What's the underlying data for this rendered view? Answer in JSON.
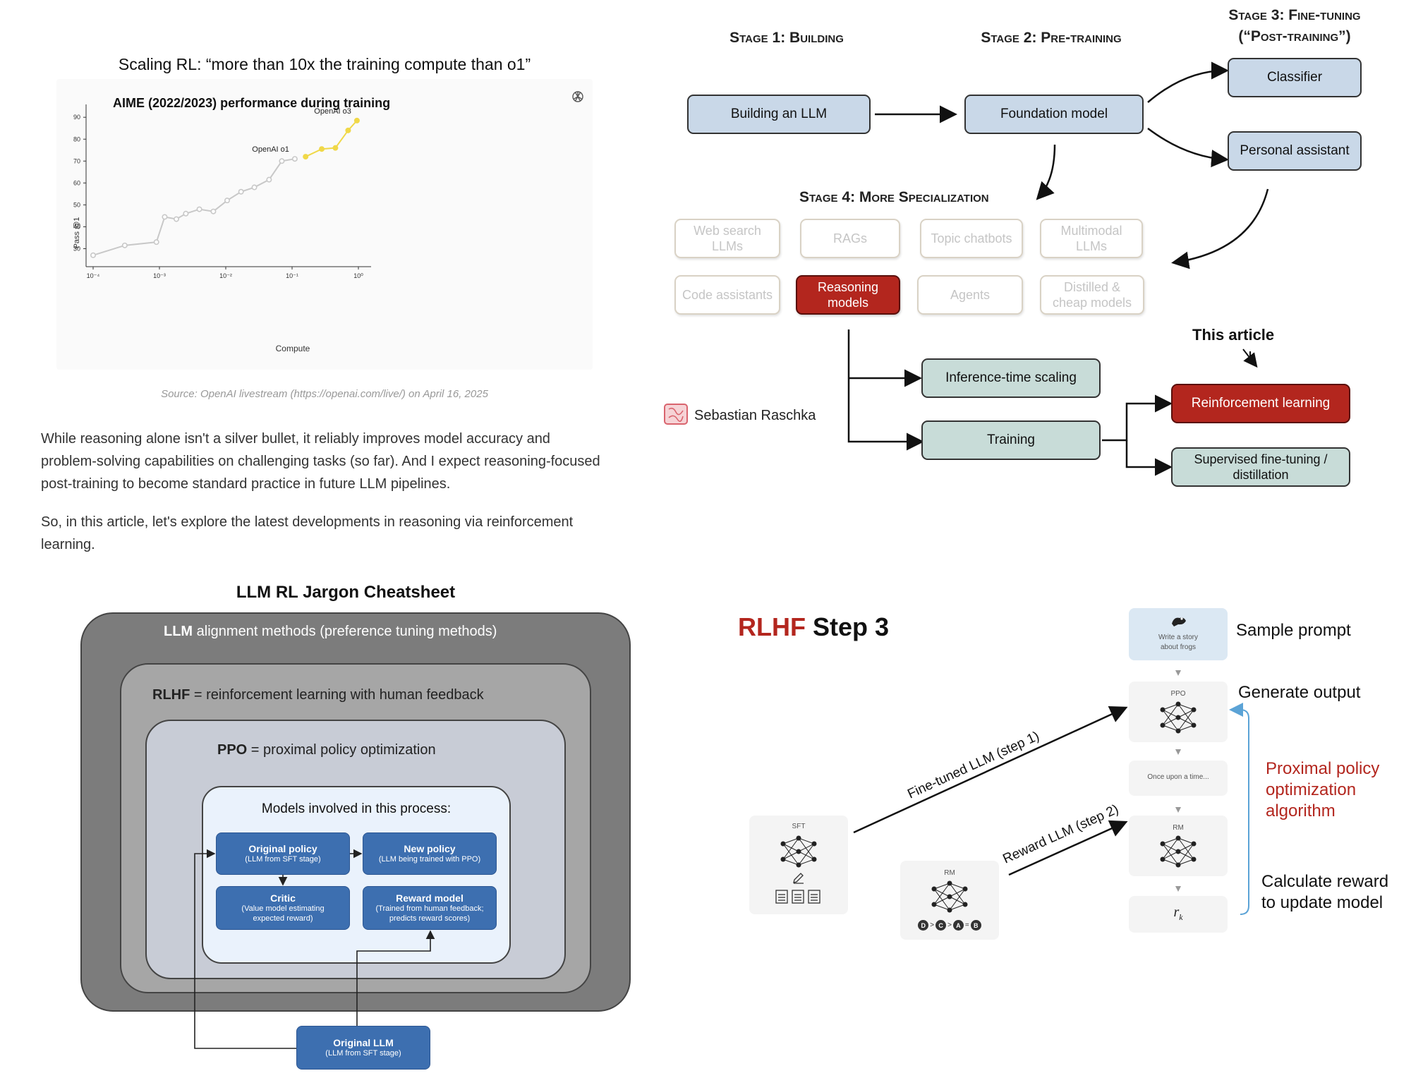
{
  "chart_panel": {
    "caption": "Scaling RL: “more than 10x the training compute than o1”",
    "source": "Source: OpenAI livestream (https://openai.com/live/) on April 16, 2025",
    "chart_data": {
      "type": "line",
      "title": "AIME (2022/2023) performance during training",
      "xlabel": "Compute",
      "ylabel": "Pass @1",
      "x_scale": "log",
      "x_ticks": [
        "10⁻⁴",
        "10⁻³",
        "10⁻²",
        "10⁻¹",
        "10⁰"
      ],
      "y_ticks": [
        "90",
        "80",
        "70",
        "60",
        "50",
        "40",
        "30"
      ],
      "ylim": [
        25,
        92
      ],
      "series": [
        {
          "name": "OpenAI o1",
          "color": "#c8c8c8",
          "x": [
            0.0001,
            0.0003,
            0.0009,
            0.0012,
            0.0018,
            0.0025,
            0.004,
            0.0065,
            0.0105,
            0.017,
            0.027,
            0.045,
            0.07,
            0.11
          ],
          "y": [
            27,
            31.5,
            33,
            44.5,
            43.5,
            46,
            48,
            47,
            52,
            56,
            58,
            61.5,
            70,
            71
          ]
        },
        {
          "name": "OpenAI o3",
          "color": "#f0d848",
          "x": [
            0.16,
            0.28,
            0.45,
            0.7,
            0.95
          ],
          "y": [
            72,
            75.5,
            76,
            84,
            88.5
          ]
        }
      ]
    }
  },
  "paragraphs": [
    "While reasoning alone isn't a silver bullet, it reliably improves model accuracy and problem-solving capabilities on challenging tasks (so far). And I expect reasoning-focused post-training to become standard practice in future LLM pipelines.",
    "So, in this article, let's explore the latest developments in reasoning via reinforcement learning."
  ],
  "stages": {
    "stage1": "Stage 1: Building",
    "stage2": "Stage 2: Pre-training",
    "stage3_line1": "Stage 3: Fine-tuning",
    "stage3_line2": "(“Post-training”)",
    "stage4": "Stage 4: More Specialization",
    "building": "Building an LLM",
    "foundation": "Foundation model",
    "classifier": "Classifier",
    "assistant": "Personal assistant",
    "spec_row1": [
      [
        "Web search",
        "LLMs"
      ],
      [
        "RAGs"
      ],
      [
        "Topic chatbots"
      ],
      [
        "Multimodal",
        "LLMs"
      ]
    ],
    "spec_row2": [
      [
        "Code assistants"
      ],
      [
        "Reasoning",
        "models"
      ],
      [
        "Agents"
      ],
      [
        "Distilled &",
        "cheap models"
      ]
    ],
    "inference": "Inference-time scaling",
    "training": "Training",
    "this_article": "This article",
    "rl": "Reinforcement learning",
    "sft_line1": "Supervised fine-tuning /",
    "sft_line2": "distillation",
    "author": "Sebastian Raschka"
  },
  "cheatsheet": {
    "title": "LLM RL Jargon Cheatsheet",
    "alignment_bold": "LLM",
    "alignment_rest": " alignment methods (preference tuning methods)",
    "rlhf_bold": "RLHF",
    "rlhf_rest": " = reinforcement learning with human feedback",
    "ppo_bold": "PPO",
    "ppo_rest": " = proximal policy optimization",
    "models_title": "Models involved in this process:",
    "original_policy": "Original policy",
    "original_policy_sub": "(LLM from SFT stage)",
    "new_policy": "New policy",
    "new_policy_sub": "(LLM being trained with PPO)",
    "critic": "Critic",
    "critic_sub1": "(Value model estimating",
    "critic_sub2": "expected reward)",
    "reward_model": "Reward model",
    "reward_sub1": "(Trained from human feedback;",
    "reward_sub2": "predicts reward scores)",
    "original_llm": "Original LLM",
    "original_llm_sub": "(LLM from SFT stage)"
  },
  "rlhf": {
    "title_red": "RLHF",
    "title_black": " Step 3",
    "sample_prompt": "Sample prompt",
    "prompt_text_line1": "Write a story",
    "prompt_text_line2": "about frogs",
    "generate_output": "Generate output",
    "ppo_tag": "PPO",
    "output_text": "Once upon a time...",
    "rm_tag": "RM",
    "sft_tag": "SFT",
    "ranking": [
      "D",
      ">",
      "C",
      ">",
      "A",
      "=",
      "B"
    ],
    "reward_symbol": "r",
    "reward_subscript": "k",
    "ppo_alg_line1": "Proximal policy",
    "ppo_alg_line2": "optimization",
    "ppo_alg_line3": "algorithm",
    "calc_line1": "Calculate reward",
    "calc_line2": "to update model",
    "fine_tuned": "Fine-tuned LLM (step 1)",
    "reward_llm": "Reward LLM (step 2)"
  }
}
